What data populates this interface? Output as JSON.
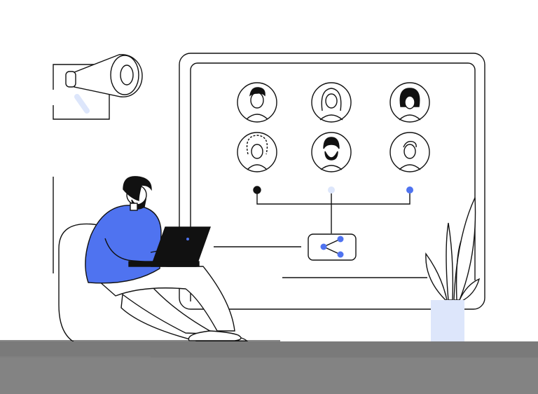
{
  "colors": {
    "accent": "#4f73f0",
    "accent_light": "#dde6fb",
    "ink": "#111111",
    "skin": "#ffffff",
    "floor_top": "#7a7a7a",
    "floor_bottom": "#838383"
  },
  "icons": {
    "megaphone": "megaphone-icon",
    "share": "share-icon",
    "laptop": "laptop-icon",
    "plant": "potted-plant-icon",
    "avatars": [
      "avatar-man-short-hair",
      "avatar-woman-long-hair",
      "avatar-woman-bob-hair",
      "avatar-curly-hair",
      "avatar-bearded-man",
      "avatar-man-side-part"
    ]
  },
  "connection_dots": [
    "black",
    "light",
    "blue"
  ]
}
